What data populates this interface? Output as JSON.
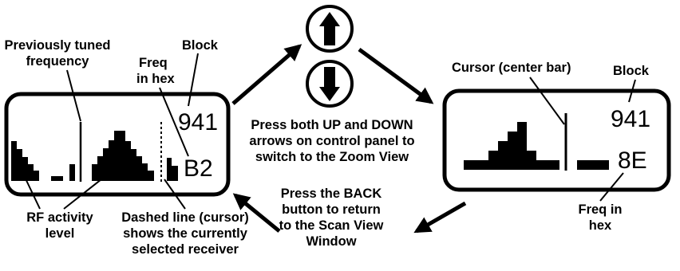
{
  "scan_view": {
    "block_number": "941",
    "freq_hex": "B2",
    "labels": {
      "previously_tuned": [
        "Previously tuned",
        "frequency"
      ],
      "block": "Block",
      "freq_in_hex": [
        "Freq",
        "in hex"
      ],
      "rf_activity": [
        "RF activity",
        "level"
      ],
      "cursor": [
        "Dashed line (cursor)",
        "shows the currently",
        "selected receiver"
      ]
    }
  },
  "zoom_view": {
    "block_number": "941",
    "freq_hex": "8E",
    "labels": {
      "cursor": "Cursor (center bar)",
      "block": "Block",
      "freq_in_hex": [
        "Freq in",
        "hex"
      ]
    }
  },
  "instructions": {
    "to_zoom": [
      "Press both UP and DOWN",
      "arrows on control panel to",
      "switch to the Zoom View"
    ],
    "to_scan": [
      "Press the BACK",
      "button to return",
      "to the Scan View",
      "Window"
    ]
  },
  "buttons": {
    "up": "up-arrow-icon",
    "down": "down-arrow-icon"
  },
  "colors": {
    "ink": "#000000",
    "background": "#ffffff"
  }
}
